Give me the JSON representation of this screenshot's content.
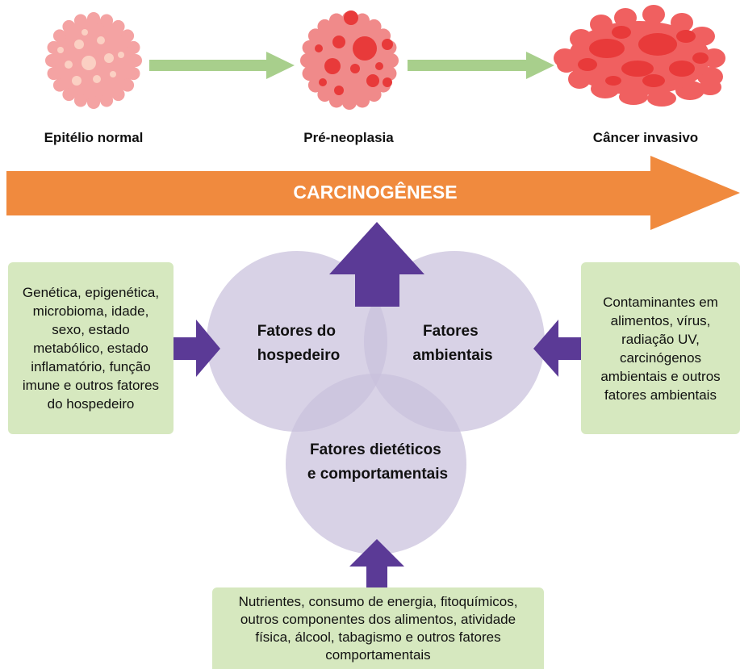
{
  "stages": {
    "normal": "Epitélio normal",
    "preneoplasia": "Pré-neoplasia",
    "invasive": "Câncer invasivo"
  },
  "main_arrow_label": "CARCINOGÊNESE",
  "circles": {
    "host": [
      "Fatores do",
      "hospedeiro"
    ],
    "environmental": [
      "Fatores",
      "ambientais"
    ],
    "dietary": [
      "Fatores dietéticos",
      "e comportamentais"
    ]
  },
  "boxes": {
    "host": "Genética, epigenética,\nmicrobioma, idade,\nsexo, estado\nmetabólico, estado\ninflamatório, função\nimune e outros fatores\ndo hospedeiro",
    "environmental": "Contaminantes em\nalimentos, vírus,\nradiação UV,\ncarcinógenos\nambientais e outros\nfatores ambientais",
    "dietary": "Nutrientes, consumo de energia, fitoquímicos,\noutros componentes dos alimentos, atividade\nfísica, álcool, tabagismo e outros fatores\ncomportamentais"
  },
  "colors": {
    "cell_normal": "#f4a3a3",
    "cell_normal_spot": "#fbd0c3",
    "cell_red": "#e83a3a",
    "progress_arrow": "#a8cf8c",
    "main_arrow": "#f08a3e",
    "circle": "#c9c0dc",
    "purple_arrow": "#5b3a96",
    "box": "#d6e8bf"
  }
}
